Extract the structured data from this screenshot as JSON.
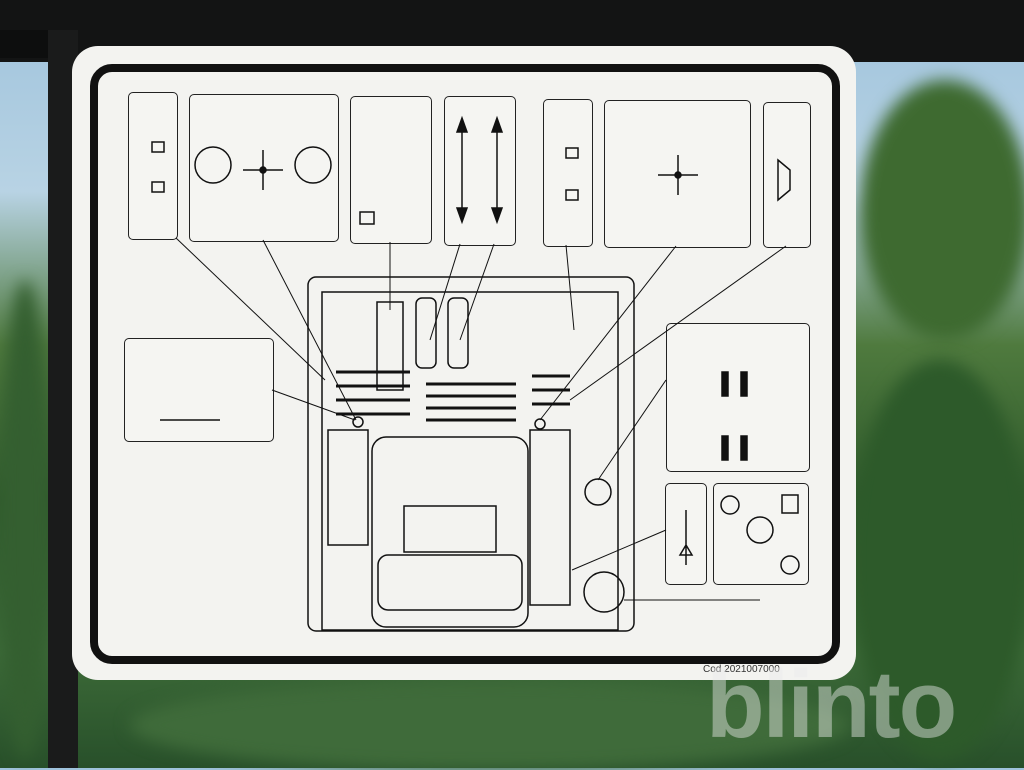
{
  "sticker": {
    "code_label": "Cod",
    "code_value": "2021007000"
  },
  "watermark": "blinto",
  "colors": {
    "sticker": "#f3f3f0",
    "ink": "#111111",
    "frame": "#131414"
  }
}
